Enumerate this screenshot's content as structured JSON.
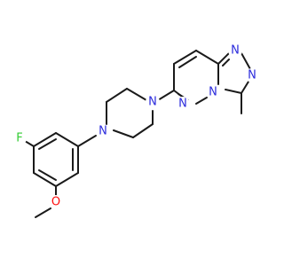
{
  "molecule": {
    "atoms": {
      "fluorine": {
        "symbol": "F",
        "color": "#33cc33"
      },
      "oxygen": {
        "symbol": "O",
        "color": "#ff0d0d"
      },
      "nitrogen_color": "#2a2adc",
      "n_piperazine_1": {
        "symbol": "N"
      },
      "n_piperazine_2": {
        "symbol": "N"
      },
      "n_pyridazine_1": {
        "symbol": "N"
      },
      "n_pyridazine_2": {
        "symbol": "N"
      },
      "n_triazole_1": {
        "symbol": "N"
      },
      "n_triazole_2": {
        "symbol": "N"
      },
      "n_triazole_3": {
        "symbol": "N"
      }
    }
  }
}
